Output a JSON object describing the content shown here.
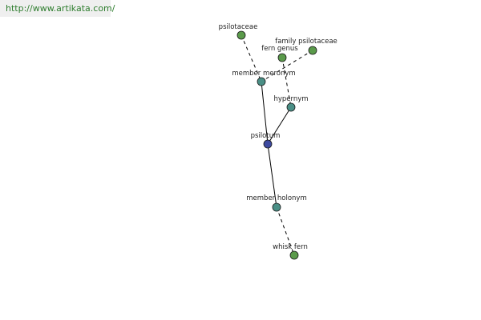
{
  "banner": {
    "url": "http://www.artikata.com/"
  },
  "colors": {
    "term_node": "#5a9a4a",
    "relation_node": "#4a8f86",
    "center_node": "#3d4aa0",
    "edge": "#000000",
    "banner_text": "#2e7d2e"
  },
  "nodes": {
    "psilotaceae": {
      "label": "psilotaceae",
      "kind": "term"
    },
    "family_psilotaceae": {
      "label": "family psilotaceae",
      "kind": "term"
    },
    "fern_genus": {
      "label": "fern genus",
      "kind": "term"
    },
    "member_meronym": {
      "label": "member meronym",
      "kind": "relation"
    },
    "hypernym": {
      "label": "hypernym",
      "kind": "relation"
    },
    "psilotum": {
      "label": "psilotum",
      "kind": "center"
    },
    "member_holonym": {
      "label": "member holonym",
      "kind": "relation"
    },
    "whisk_fern": {
      "label": "whisk fern",
      "kind": "term"
    }
  },
  "edges": [
    {
      "from": "psilotaceae",
      "to": "member_meronym",
      "style": "dashed"
    },
    {
      "from": "family_psilotaceae",
      "to": "member_meronym",
      "style": "dashed"
    },
    {
      "from": "fern_genus",
      "to": "hypernym",
      "style": "dashed"
    },
    {
      "from": "member_meronym",
      "to": "psilotum",
      "style": "solid"
    },
    {
      "from": "hypernym",
      "to": "psilotum",
      "style": "solid"
    },
    {
      "from": "psilotum",
      "to": "member_holonym",
      "style": "solid"
    },
    {
      "from": "member_holonym",
      "to": "whisk_fern",
      "style": "dashed"
    }
  ]
}
